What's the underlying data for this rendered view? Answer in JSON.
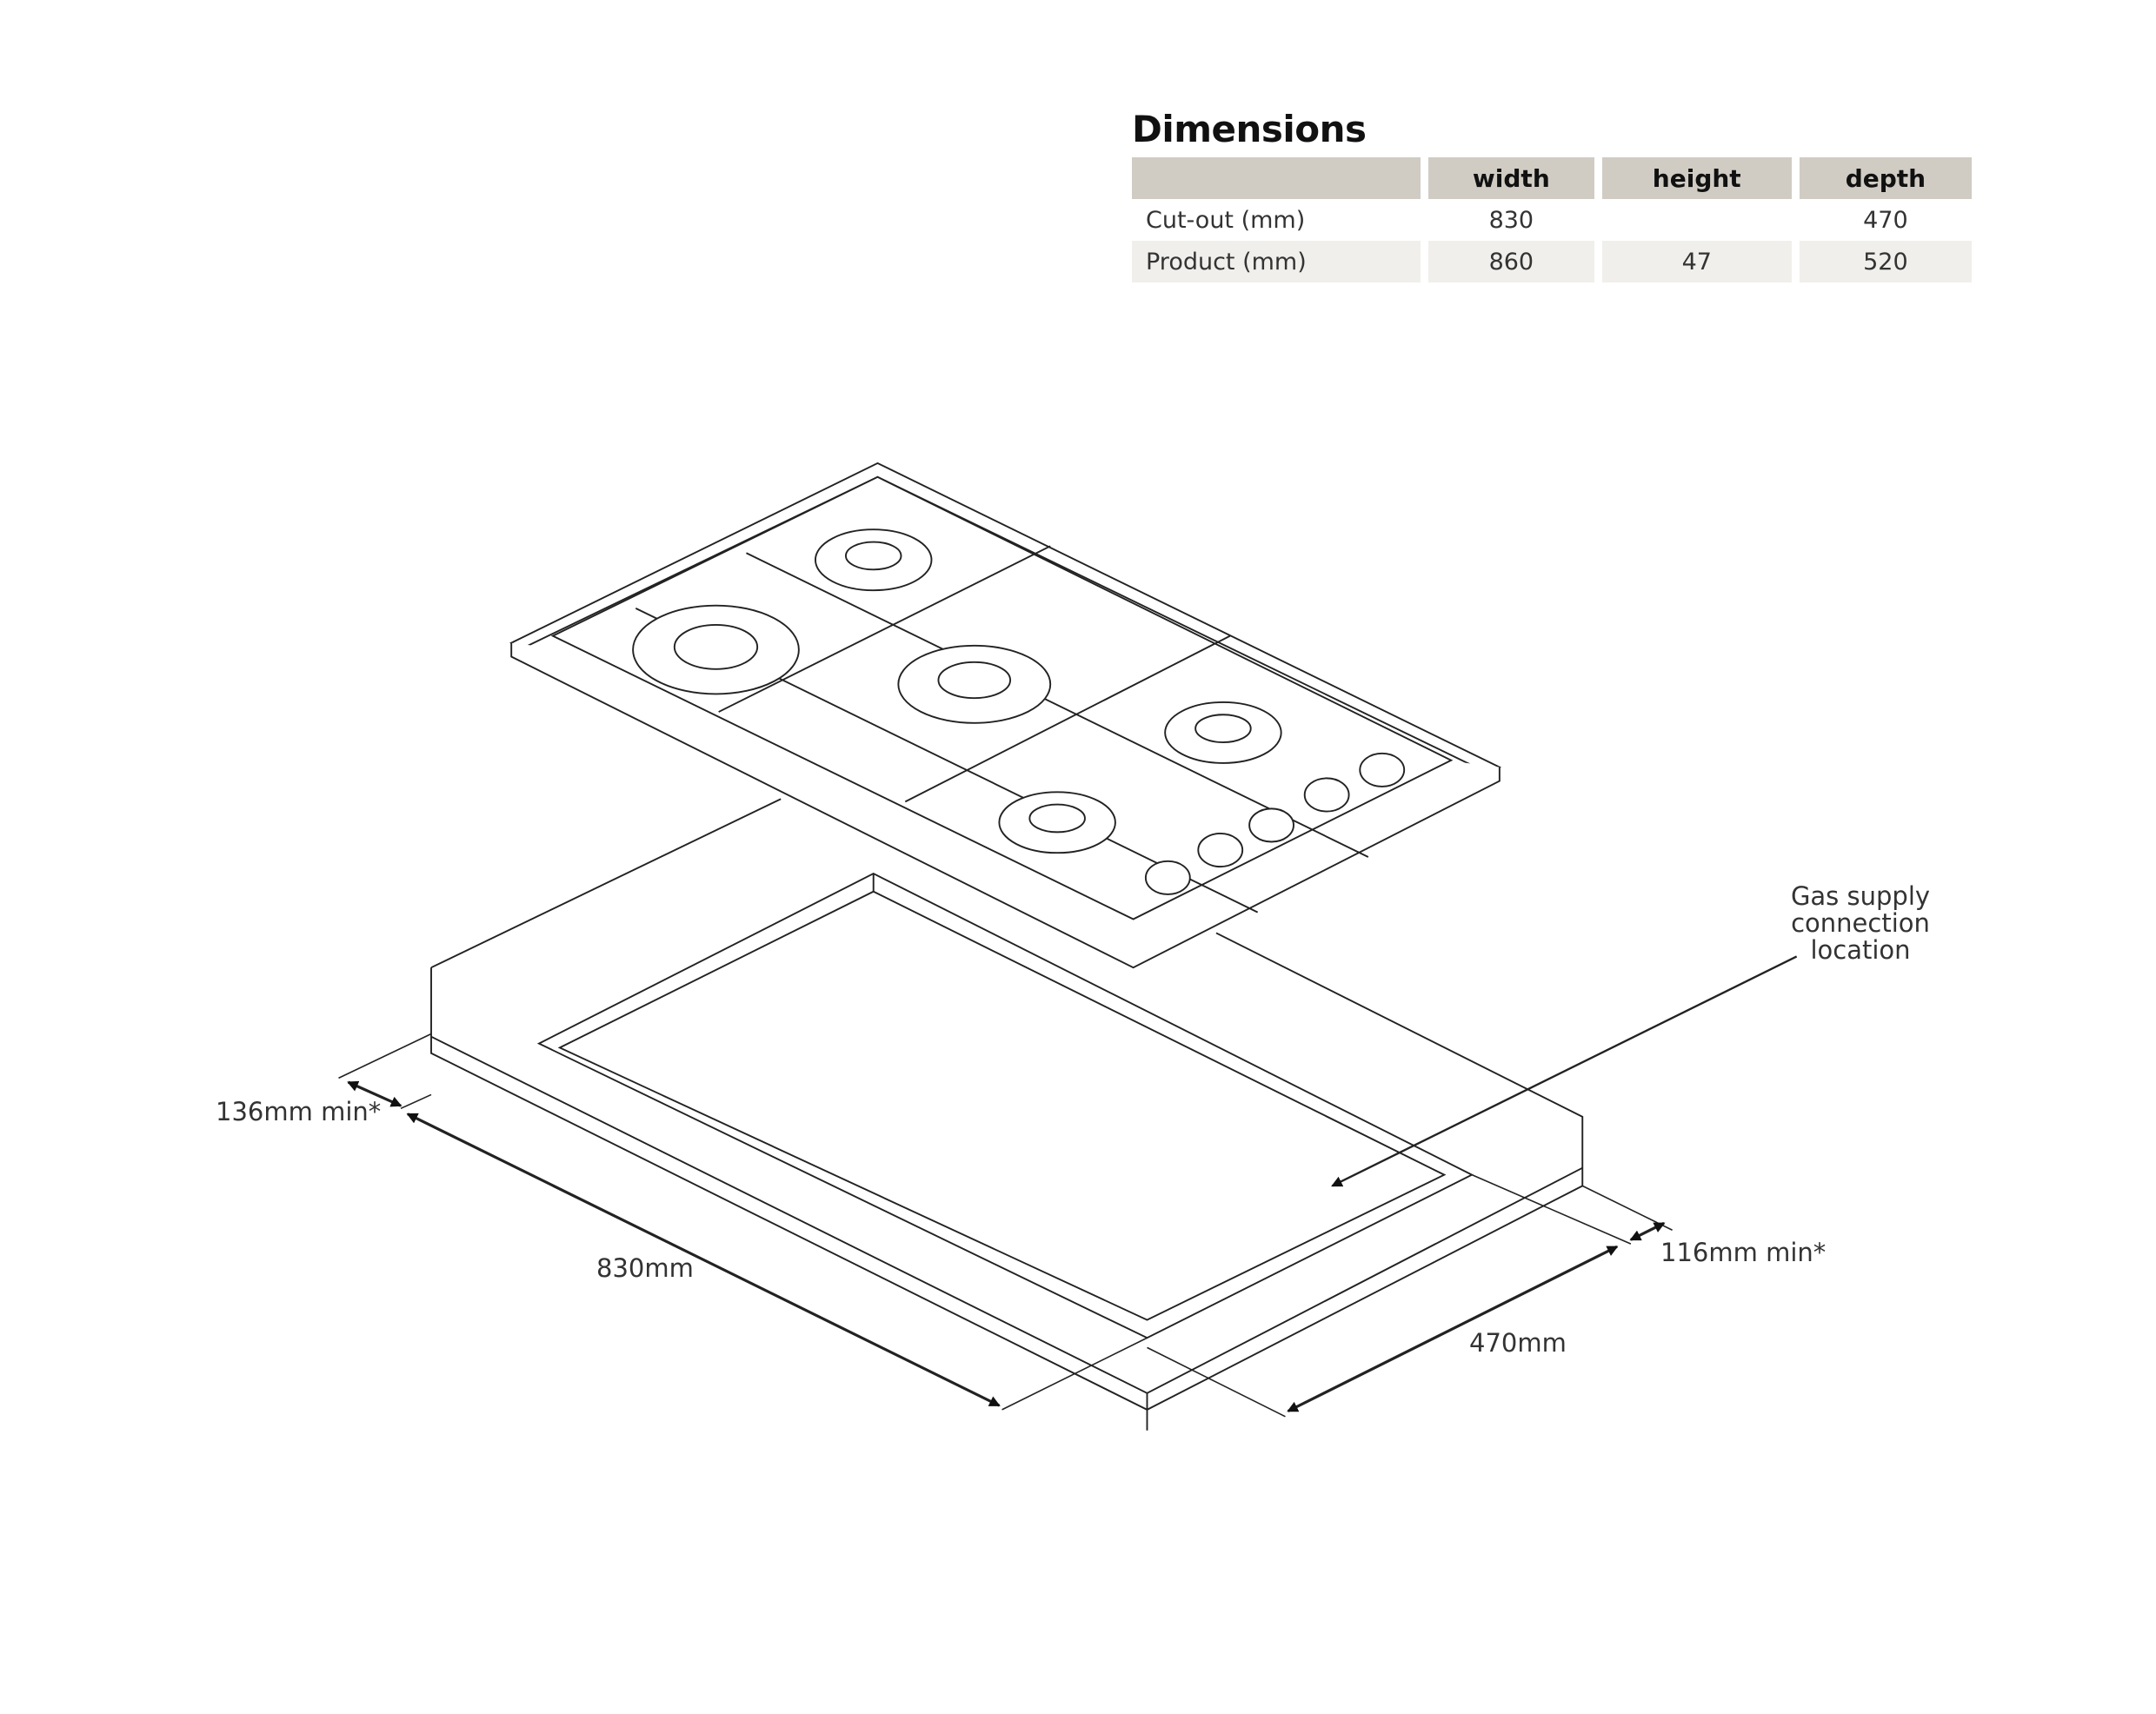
{
  "title": "Dimensions",
  "table": {
    "headers": [
      "",
      "width",
      "height",
      "depth"
    ],
    "rows": [
      {
        "label": "Cut-out (mm)",
        "width": "830",
        "height": "",
        "depth": "470"
      },
      {
        "label": "Product (mm)",
        "width": "860",
        "height": "47",
        "depth": "520"
      }
    ]
  },
  "diagram": {
    "labels": {
      "rear_clearance": "136mm min*",
      "width": "830mm",
      "depth": "470mm",
      "side_clearance": "116mm min*",
      "gas_line1": "Gas supply",
      "gas_line2": "connection",
      "gas_line3": "location"
    }
  }
}
